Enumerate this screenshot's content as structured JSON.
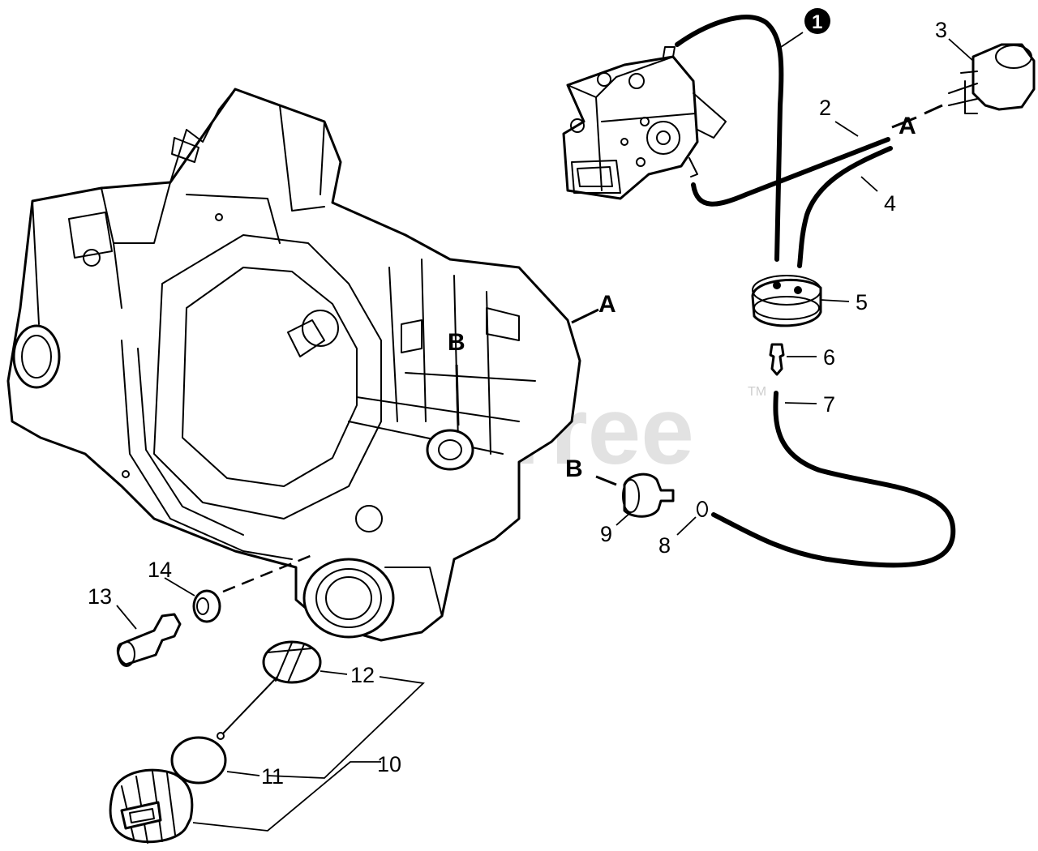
{
  "watermark": {
    "text": "PartsTree",
    "trademark": "TM"
  },
  "callouts": {
    "c1": "1",
    "c2": "2",
    "c3": "3",
    "c4": "4",
    "c5": "5",
    "c6": "6",
    "c7": "7",
    "c8": "8",
    "c9": "9",
    "c10": "10",
    "c11": "11",
    "c12": "12",
    "c13": "13",
    "c14": "14"
  },
  "refs": {
    "a_carb": "A",
    "a_case": "A",
    "b_case": "B",
    "b_filter": "B"
  }
}
